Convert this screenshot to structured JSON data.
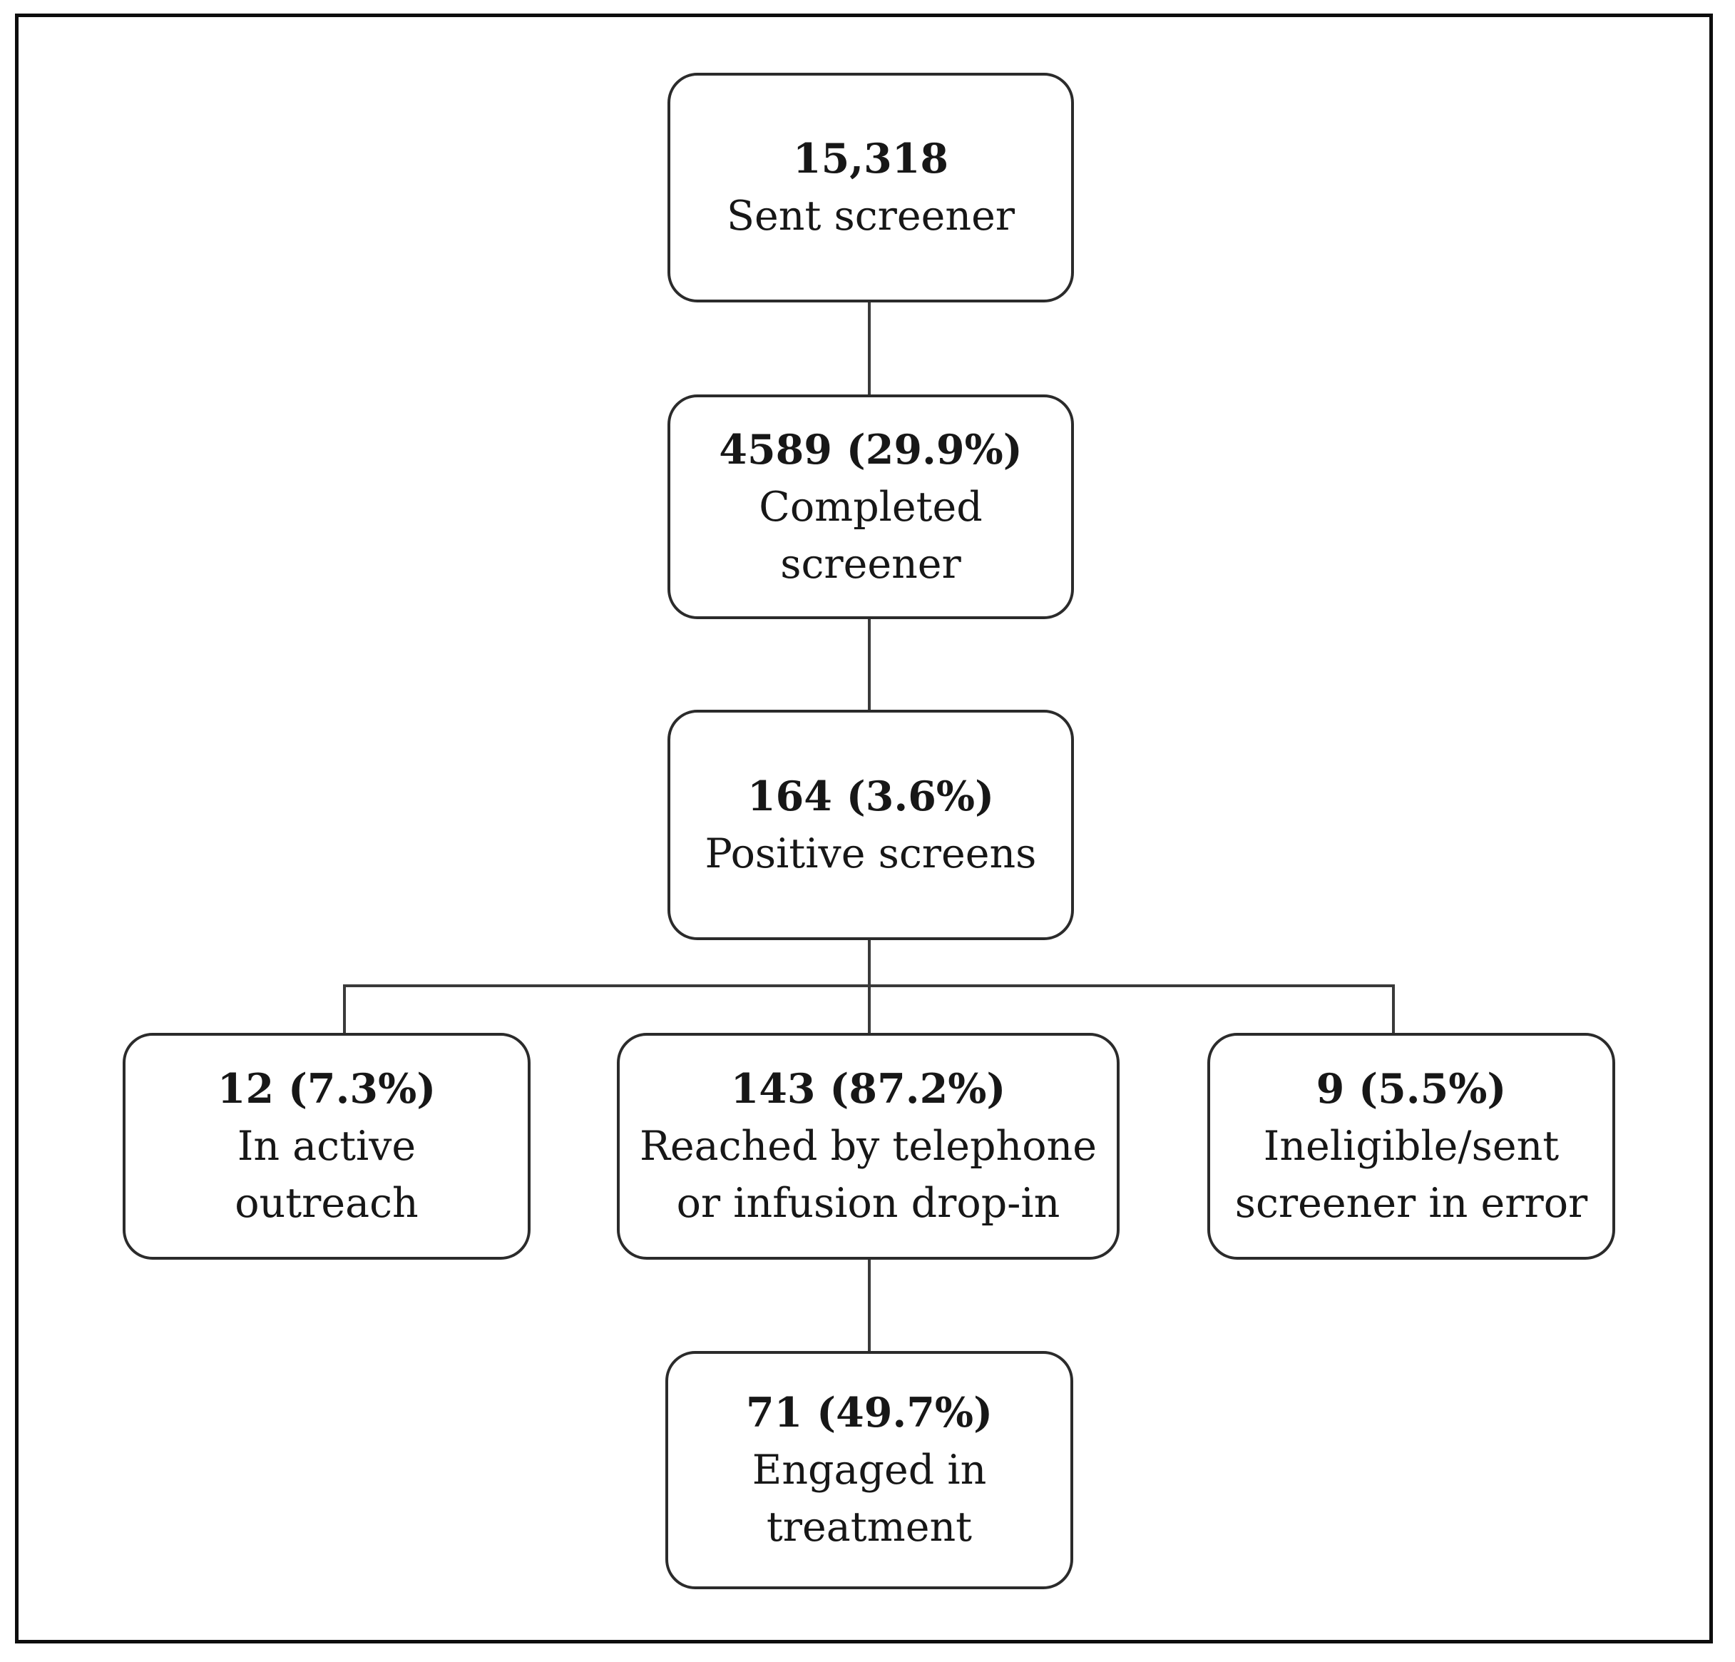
{
  "flowchart": {
    "description": "Screening and treatment engagement flow diagram",
    "nodes": [
      {
        "id": "sent-screener",
        "value": "15,318",
        "label": "Sent screener"
      },
      {
        "id": "completed-screener",
        "value": "4589 (29.9%)",
        "label": "Completed\nscreener"
      },
      {
        "id": "positive-screens",
        "value": "164 (3.6%)",
        "label": "Positive screens"
      },
      {
        "id": "in-active-outreach",
        "value": "12 (7.3%)",
        "label": "In active\noutreach"
      },
      {
        "id": "reached-by-telephone",
        "value": "143 (87.2%)",
        "label": "Reached by telephone\nor infusion drop-in"
      },
      {
        "id": "ineligible",
        "value": "9 (5.5%)",
        "label": "Ineligible/sent\nscreener in error"
      },
      {
        "id": "engaged-in-treatment",
        "value": "71 (49.7%)",
        "label": "Engaged in\ntreatment"
      }
    ],
    "edges": [
      {
        "from": "sent-screener",
        "to": "completed-screener"
      },
      {
        "from": "completed-screener",
        "to": "positive-screens"
      },
      {
        "from": "positive-screens",
        "to": "in-active-outreach"
      },
      {
        "from": "positive-screens",
        "to": "reached-by-telephone"
      },
      {
        "from": "positive-screens",
        "to": "ineligible"
      },
      {
        "from": "reached-by-telephone",
        "to": "engaged-in-treatment"
      }
    ],
    "colors": {
      "background": "#ffffff",
      "frame_border": "#0d0d0d",
      "node_border": "#2b2b2b",
      "connector": "#3a3a3a",
      "text": "#171717"
    }
  }
}
